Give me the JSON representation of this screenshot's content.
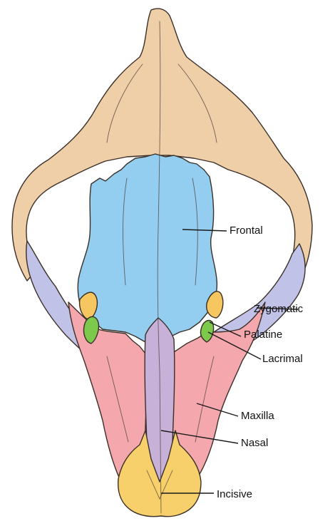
{
  "labels": {
    "frontal": "Frontal",
    "zygomatic": "Zygomatic",
    "palatine": "Palatine",
    "lacrimal": "Lacrimal",
    "maxilla": "Maxilla",
    "nasal": "Nasal",
    "incisive": "Incisive"
  },
  "colors": {
    "parietal_occipital": "#efcfa7",
    "frontal": "#93cdef",
    "zygomatic": "#c0c2e7",
    "palatine": "#f6c760",
    "lacrimal": "#7cc94b",
    "maxilla": "#f4a8ad",
    "nasal": "#c7b1d9",
    "incisive": "#f7d06b"
  }
}
